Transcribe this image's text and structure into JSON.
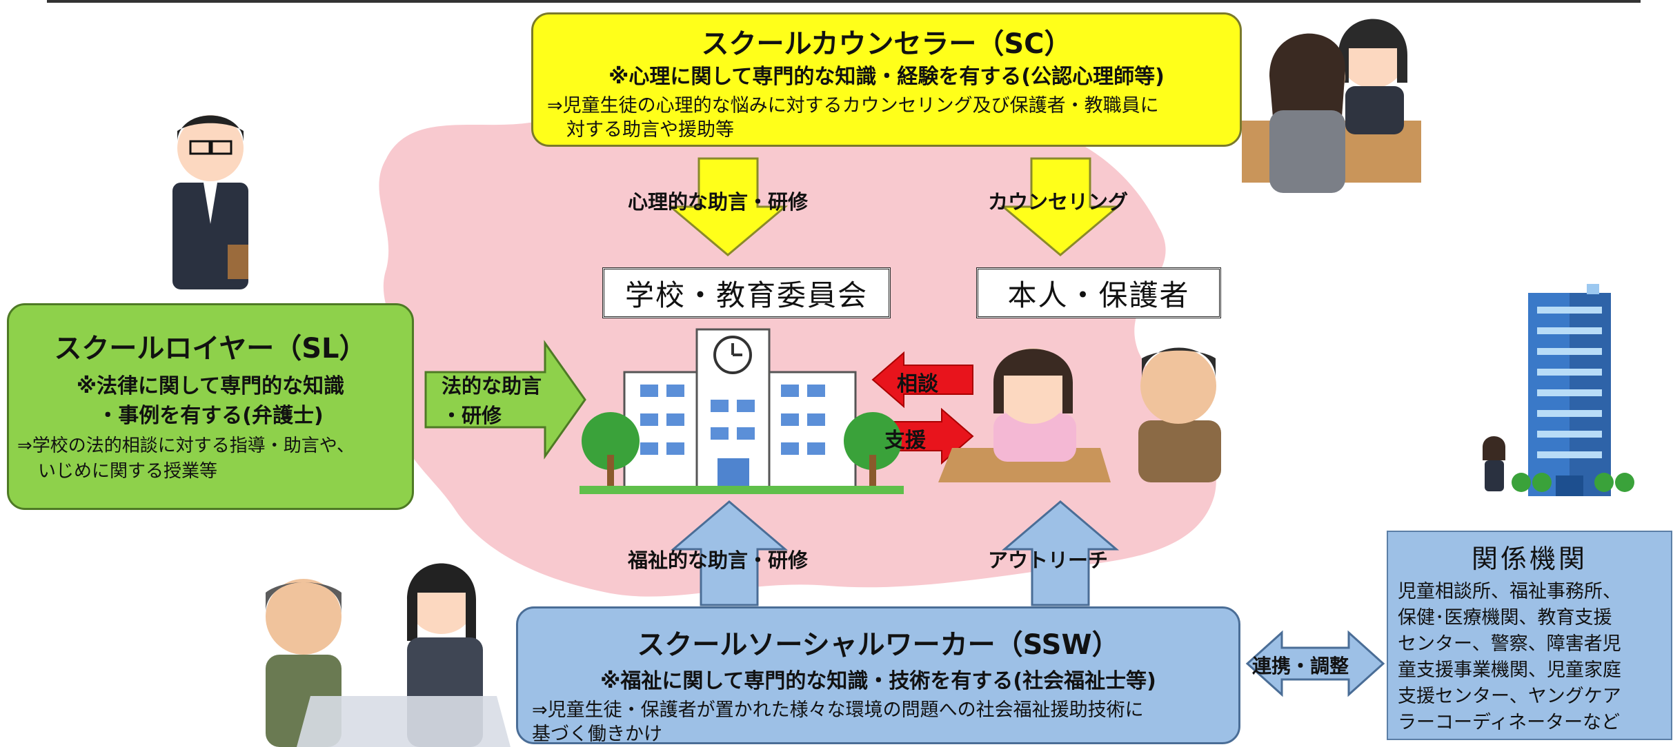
{
  "sc": {
    "title": "スクールカウンセラー（SC）",
    "qualification": "※心理に関して専門的な知識・経験を有する(公認心理師等)",
    "description_1": "⇒児童生徒の心理的な悩みに対するカウンセリング及び保護者・教職員に",
    "description_2": "対する助言や援助等"
  },
  "sl": {
    "title": "スクールロイヤー（SL）",
    "qualification_1": "※法律に関して専門的な知識",
    "qualification_2": "・事例を有する(弁護士)",
    "description_1": "⇒学校の法的相談に対する指導・助言や、",
    "description_2": "いじめに関する授業等"
  },
  "ssw": {
    "title": "スクールソーシャルワーカー（SSW）",
    "qualification": "※福祉に関して専門的な知識・技術を有する(社会福祉士等)",
    "description_1": "⇒児童生徒・保護者が置かれた様々な環境の問題への社会福祉援助技術に",
    "description_2": "基づく働きかけ"
  },
  "related": {
    "title": "関係機関",
    "lines": [
      "児童相談所、福祉事務所、",
      "保健･医療機関、教育支援",
      "センター、警察、障害者児",
      "童支援事業機関、児童家庭",
      "支援センター、ヤングケア",
      "ラーコーディネーターなど"
    ]
  },
  "arrows": {
    "psych_advice": "心理的な助言・研修",
    "counseling": "カウンセリング",
    "legal_advice_1": "法的な助言",
    "legal_advice_2": "・研修",
    "consult": "相談",
    "support": "支援",
    "welfare_advice": "福祉的な助言・研修",
    "outreach": "アウトリーチ",
    "coordination": "連携・調整"
  },
  "nodes": {
    "school": "学校・教育委員会",
    "student": "本人・保護者"
  },
  "colors": {
    "sc_fill": "#ffff1a",
    "sl_fill": "#8ed14b",
    "ssw_fill": "#9dc0e6",
    "blob": "#f8c9cf",
    "consult_arrow": "#e8141c"
  }
}
